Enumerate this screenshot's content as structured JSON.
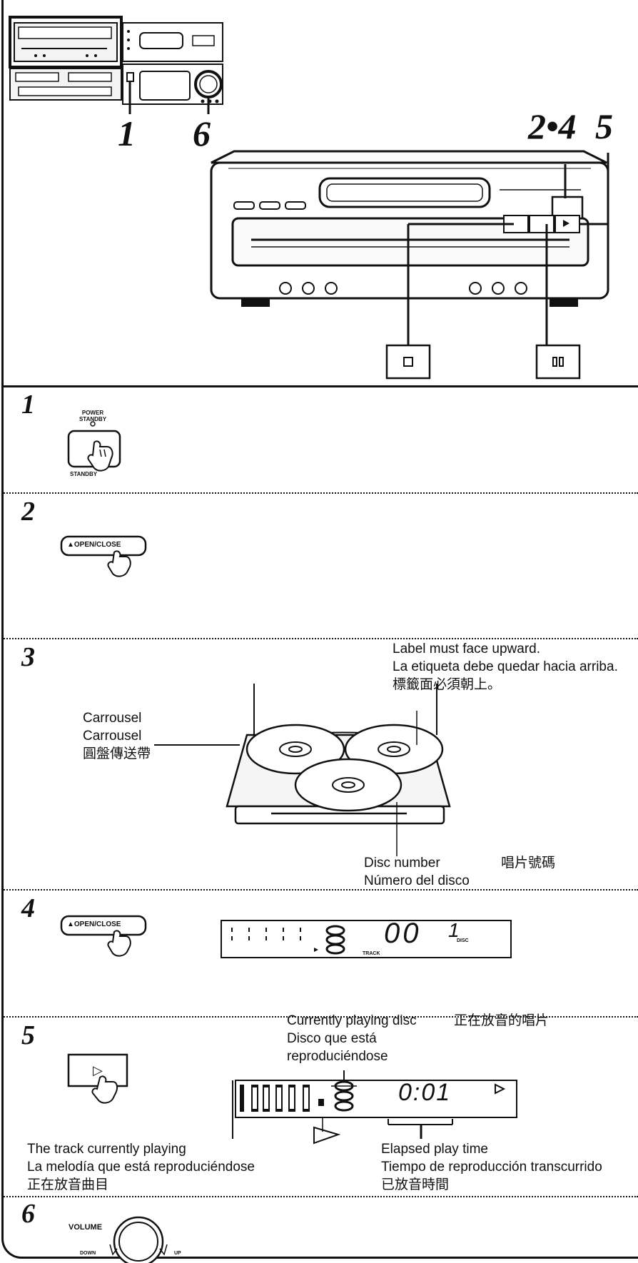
{
  "callouts": {
    "n1": "1",
    "n6": "6",
    "n24": "2•4",
    "n5": "5"
  },
  "steps": [
    {
      "number": "1",
      "button_label": "POWER STANDBY",
      "button_sublabel": "STANDBY"
    },
    {
      "number": "2",
      "button_label": "▲OPEN/CLOSE"
    },
    {
      "number": "3"
    },
    {
      "number": "4",
      "button_label": "▲OPEN/CLOSE"
    },
    {
      "number": "5",
      "button_label": "▷"
    },
    {
      "number": "6",
      "button_label": "VOLUME",
      "down_label": "DOWN",
      "up_label": "UP"
    }
  ],
  "step3": {
    "label_face": [
      "Label must face upward.",
      "La etiqueta debe quedar hacia arriba.",
      "標籤面必須朝上。"
    ],
    "carrousel": [
      "Carrousel",
      "Carrousel",
      "圓盤傳送帶"
    ],
    "disc_number": [
      "Disc number",
      "Número del disco"
    ],
    "disc_number_zh": "唱片號碼"
  },
  "step4": {
    "display_track": "00",
    "display_disc": "1",
    "track_label": "TRACK",
    "disc_label": "DISC"
  },
  "step5": {
    "currently_playing": [
      "Currently playing disc",
      "Disco que está",
      "reproduciéndose"
    ],
    "currently_playing_zh": "正在放音的唱片",
    "display_time": "0:01",
    "track_playing": [
      "The track currently playing",
      "La melodía que está reproduciéndose",
      "正在放音曲目"
    ],
    "elapsed": [
      "Elapsed play time",
      "Tiempo de reproducción transcurrido",
      "已放音時間"
    ]
  },
  "icons": [
    "stop-icon",
    "pause-icon",
    "play-icon",
    "hand-pointer-icon",
    "volume-knob-icon"
  ]
}
